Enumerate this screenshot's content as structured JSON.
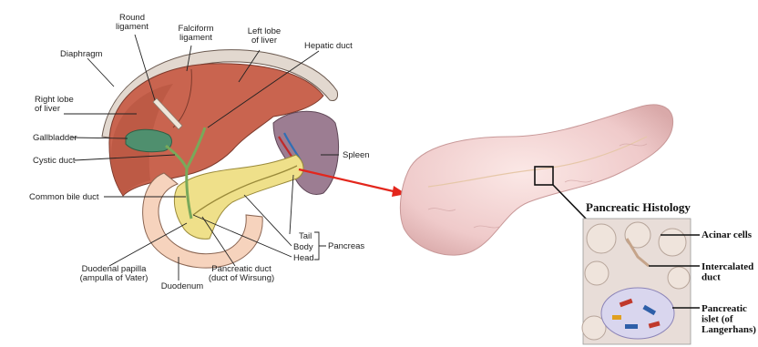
{
  "colors": {
    "liver": "#c9644f",
    "liver_dark": "#a44a38",
    "gallbladder": "#4f8f6e",
    "bile_duct": "#79a95a",
    "pancreas": "#efe08a",
    "duodenum": "#f6d3bd",
    "spleen": "#9c7d92",
    "arrow": "#e3261c",
    "pancreas_3d": "#f1cfcf",
    "histology_bg": "#e8ddd8"
  },
  "left_diagram": {
    "labels": {
      "round_ligament": "Round\nligament",
      "falciform_ligament": "Falciform\nligament",
      "left_lobe": "Left lobe\nof liver",
      "hepatic_duct": "Hepatic duct",
      "diaphragm": "Diaphragm",
      "right_lobe": "Right lobe\nof liver",
      "gallbladder": "Gallbladder",
      "spleen": "Spleen",
      "cystic_duct": "Cystic duct",
      "common_bile_duct": "Common bile duct",
      "tail": "Tail",
      "body": "Body",
      "head": "Head",
      "pancreas": "Pancreas",
      "duodenal_papilla": "Duodenal papilla\n(ampulla of Vater)",
      "pancreatic_duct": "Pancreatic duct\n(duct of Wirsung)",
      "duodenum": "Duodenum"
    }
  },
  "histology": {
    "title": "Pancreatic Histology",
    "acinar": "Acinar cells",
    "intercalated": "Intercalated\nduct",
    "islet": "Pancreatic\nislet (of\nLangerhans)"
  }
}
